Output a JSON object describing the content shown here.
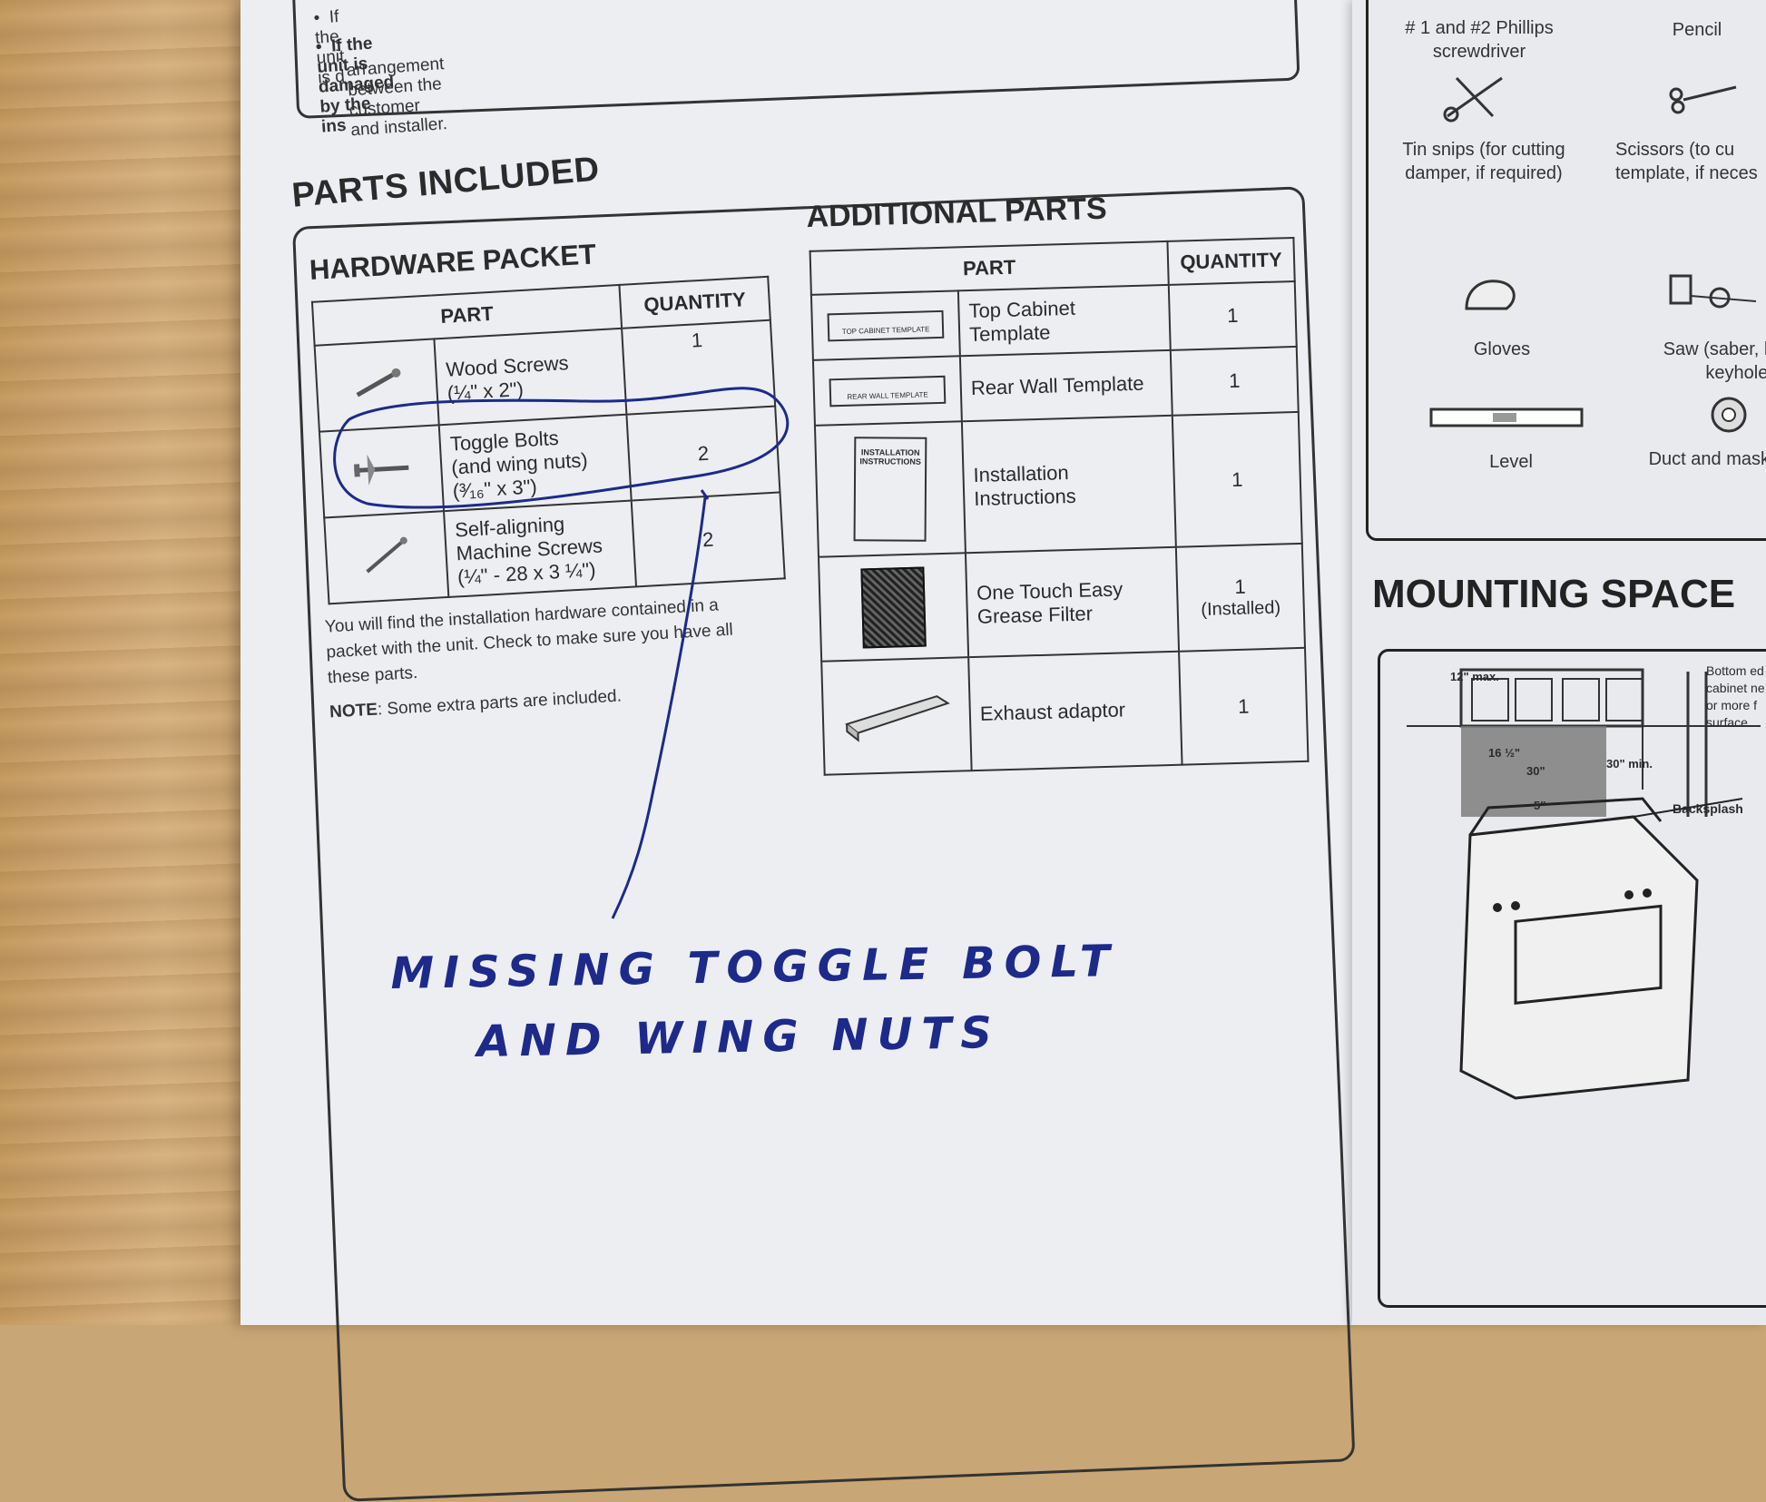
{
  "top_box": {
    "bullet1": "If the unit is d",
    "bullet2": "If the unit is damaged by the ins",
    "bullet2_cont": "arrangement between the customer and installer."
  },
  "parts_included_title": "PARTS INCLUDED",
  "hardware": {
    "title": "HARDWARE PACKET",
    "col_part": "PART",
    "col_qty": "QUANTITY",
    "rows": [
      {
        "icon": "wood-screw-icon",
        "name": "Wood Screws",
        "spec": "(¼\" x 2\")",
        "qty": "1"
      },
      {
        "icon": "toggle-bolt-icon",
        "name": "Toggle Bolts",
        "name2": "(and wing nuts)",
        "spec": "(³⁄₁₆\" x 3\")",
        "qty": "2"
      },
      {
        "icon": "machine-screw-icon",
        "name": "Self-aligning",
        "name2": "Machine Screws",
        "spec": "(¼\" - 28 x 3 ¼\")",
        "qty": "2"
      }
    ],
    "note1": "You will find the installation hardware contained in a",
    "note2": "packet with the unit. Check to make sure you have all",
    "note3": "these parts.",
    "note_label": "NOTE",
    "note_text": ": Some extra parts are included."
  },
  "additional": {
    "title": "ADDITIONAL PARTS",
    "col_part": "PART",
    "col_qty": "QUANTITY",
    "rows": [
      {
        "icon": "top-cabinet-template-icon",
        "icon_text": "TOP CABINET TEMPLATE",
        "name": "Top Cabinet",
        "name2": "Template",
        "qty": "1"
      },
      {
        "icon": "rear-wall-template-icon",
        "icon_text": "REAR WALL TEMPLATE",
        "name": "Rear Wall Template",
        "name2": "",
        "qty": "1"
      },
      {
        "icon": "instructions-booklet-icon",
        "icon_text": "INSTALLATION INSTRUCTIONS",
        "name": "Installation",
        "name2": "Instructions",
        "qty": "1"
      },
      {
        "icon": "grease-filter-icon",
        "icon_text": "",
        "name": "One Touch Easy",
        "name2": "Grease Filter",
        "qty": "1",
        "qty2": "(Installed)"
      },
      {
        "icon": "exhaust-adaptor-icon",
        "icon_text": "",
        "name": "Exhaust adaptor",
        "name2": "",
        "qty": "1"
      }
    ]
  },
  "handwriting": {
    "line1": "MISSING  TOGGLE BOLT",
    "line2": "AND  WING  NUTS"
  },
  "tools": {
    "phillips": "# 1 and #2 Phillips",
    "phillips2": "screwdriver",
    "pencil": "Pencil",
    "tinsnips": "Tin snips (for cutting",
    "tinsnips2": "damper, if required)",
    "scissors": "Scissors (to cu",
    "scissors2": "template, if neces",
    "gloves": "Gloves",
    "saw": "Saw (saber, h",
    "saw2": "keyhole)",
    "level": "Level",
    "duct": "Duct and mask"
  },
  "mounting": {
    "title": "MOUNTING SPACE",
    "max12": "12\" max.",
    "dim16": "16 ½\"",
    "dim30": "30\"",
    "min30": "30\" min.",
    "dim5": "5\"",
    "backsplash": "Backsplash",
    "bottom1": "Bottom ed",
    "bottom2": "cabinet ne",
    "bottom3": "or more f",
    "bottom4": "surface."
  }
}
